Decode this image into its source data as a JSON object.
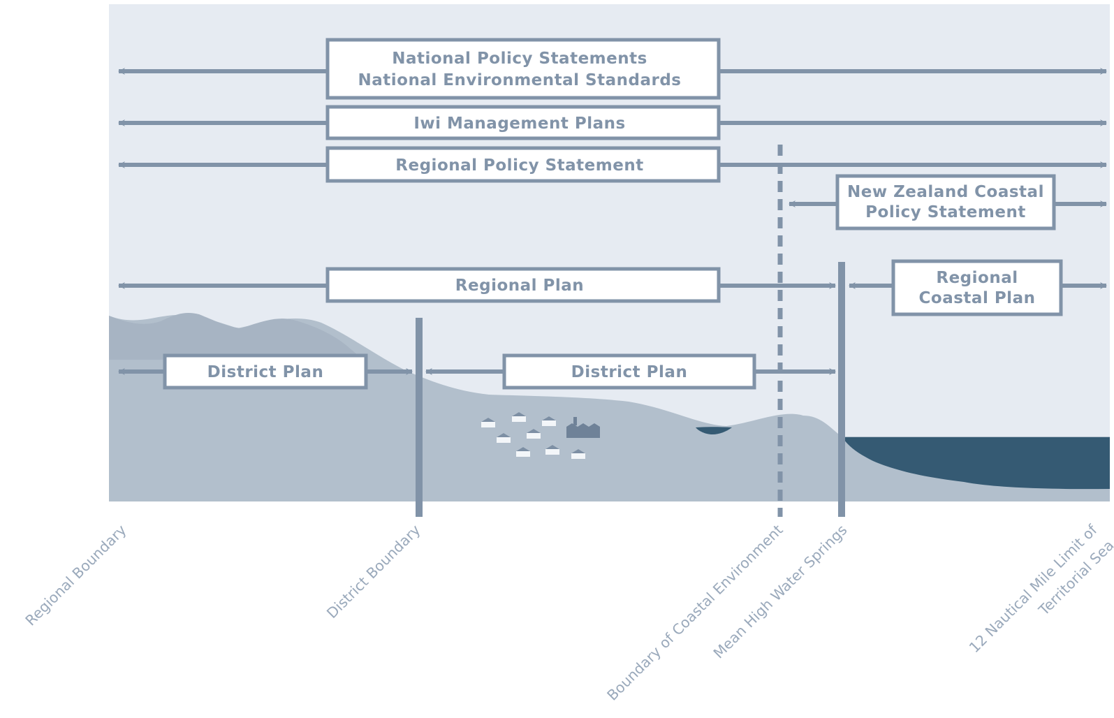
{
  "colors": {
    "sky": "#e6ebf2",
    "land": "#b2bfcc",
    "hills": "#a7b4c3",
    "sea": "#355a73",
    "arrow": "#8193a8",
    "box_fill": "#ffffff",
    "box_text": "#8193a8",
    "label_text": "#9aa9bb"
  },
  "instruments": {
    "nps_line1": "National Policy Statements",
    "nps_line2": "National Environmental Standards",
    "iwi": "Iwi Management Plans",
    "rps": "Regional Policy Statement",
    "nzcps_line1": "New Zealand Coastal",
    "nzcps_line2": "Policy Statement",
    "regional_plan": "Regional Plan",
    "rcp_line1": "Regional",
    "rcp_line2": "Coastal Plan",
    "district_plan_left": "District Plan",
    "district_plan_right": "District Plan"
  },
  "boundaries": {
    "regional": "Regional Boundary",
    "district": "District Boundary",
    "coastal_env": "Boundary of Coastal Environment",
    "mhws": "Mean High Water Springs",
    "territorial_line1": "12 Nautical Mile Limit of",
    "territorial_line2": "Territorial Sea"
  },
  "icons": [
    "house-icon",
    "factory-icon",
    "arrow-icon"
  ]
}
